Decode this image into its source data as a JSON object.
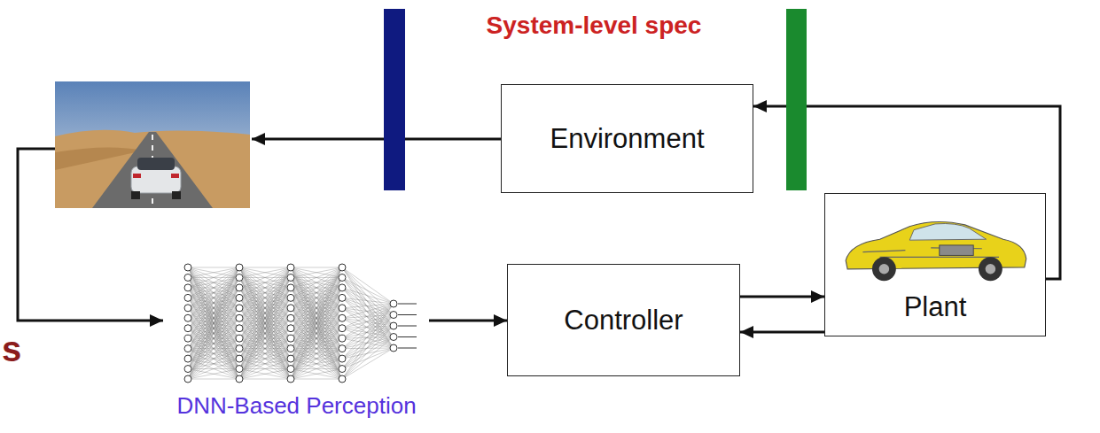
{
  "diagram": {
    "nodes": [
      {
        "text": [
          "Environment"
        ]
      },
      {
        "text": [
          "DNN-Based Perception"
        ]
      },
      {
        "text": [
          "Controller"
        ]
      },
      {
        "text": [
          "Plant"
        ]
      }
    ],
    "edges": [
      {
        "from": 3,
        "to": 0,
        "arrow": "to"
      },
      {
        "from": 1,
        "to": 2,
        "arrow": "to"
      },
      {
        "from": 2,
        "to": 3,
        "arrow": "to"
      },
      {
        "from": 3,
        "to": 2,
        "arrow": "to"
      }
    ],
    "labels": [
      "System-level spec",
      "s"
    ]
  }
}
